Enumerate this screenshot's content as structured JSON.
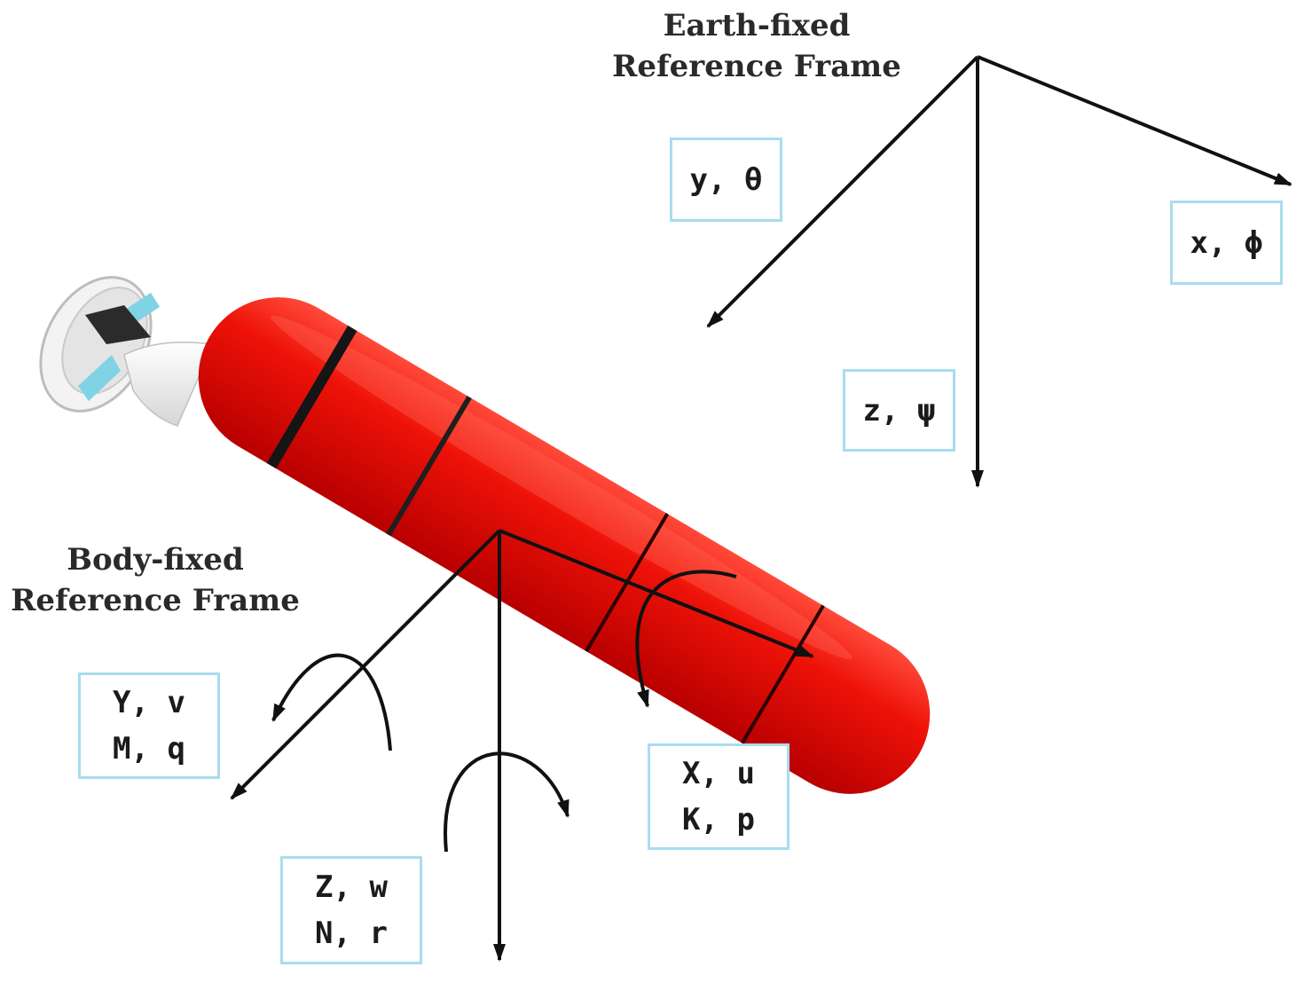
{
  "earth_frame": {
    "title_line1": "Earth-fixed",
    "title_line2": "Reference Frame",
    "axis_x": "x, ϕ",
    "axis_y": "y, θ",
    "axis_z": "z, ψ"
  },
  "body_frame": {
    "title_line1": "Body-fixed",
    "title_line2": "Reference Frame",
    "x_force": "X, u",
    "x_moment": "K, p",
    "y_force": "Y, v",
    "y_moment": "M, q",
    "z_force": "Z, w",
    "z_moment": "N, r"
  },
  "colors": {
    "hull": "#e60000",
    "label_border": "#a9dcef",
    "fin": "#7fd3e4"
  }
}
